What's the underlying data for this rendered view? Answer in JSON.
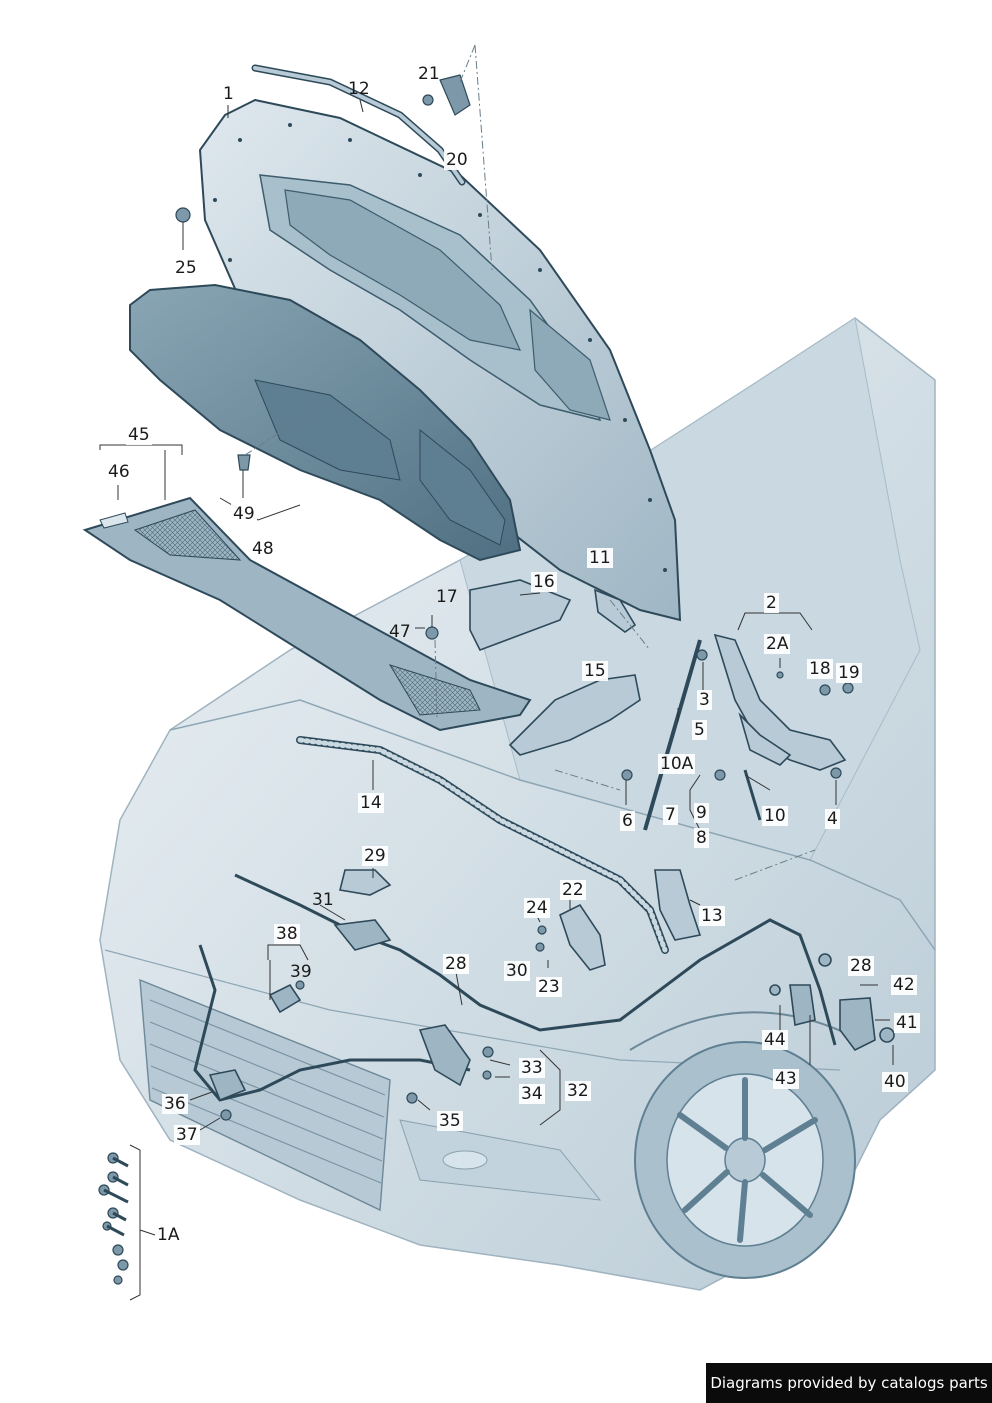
{
  "callouts": {
    "c1": "1",
    "c12": "12",
    "c21": "21",
    "c20": "20",
    "c25": "25",
    "c45": "45",
    "c46": "46",
    "c49": "49",
    "c48": "48",
    "c17": "17",
    "c47": "47",
    "c16": "16",
    "c11": "11",
    "c15": "15",
    "c2": "2",
    "c2A": "2A",
    "c18": "18",
    "c19": "19",
    "c3": "3",
    "c5": "5",
    "c10A": "10A",
    "c9": "9",
    "c10": "10",
    "c7": "7",
    "c6": "6",
    "c8": "8",
    "c4": "4",
    "c14": "14",
    "c29": "29",
    "c31": "31",
    "c22": "22",
    "c24": "24",
    "c13": "13",
    "c38": "38",
    "c28a": "28",
    "c30": "30",
    "c23": "23",
    "c28b": "28",
    "c42": "42",
    "c39": "39",
    "c41": "41",
    "c33": "33",
    "c44": "44",
    "c32": "32",
    "c34": "34",
    "c43": "43",
    "c40": "40",
    "c36": "36",
    "c35": "35",
    "c37": "37",
    "c1A": "1A"
  },
  "footer": {
    "text": "Diagrams provided by catalogs parts"
  },
  "colors": {
    "part_fill": "#b7cad6",
    "part_dark": "#5f7f92",
    "liner_fill": "#6f8f9f",
    "body_fill": "#dce7ee",
    "outline": "#2e4a5a",
    "leader": "#333333"
  }
}
